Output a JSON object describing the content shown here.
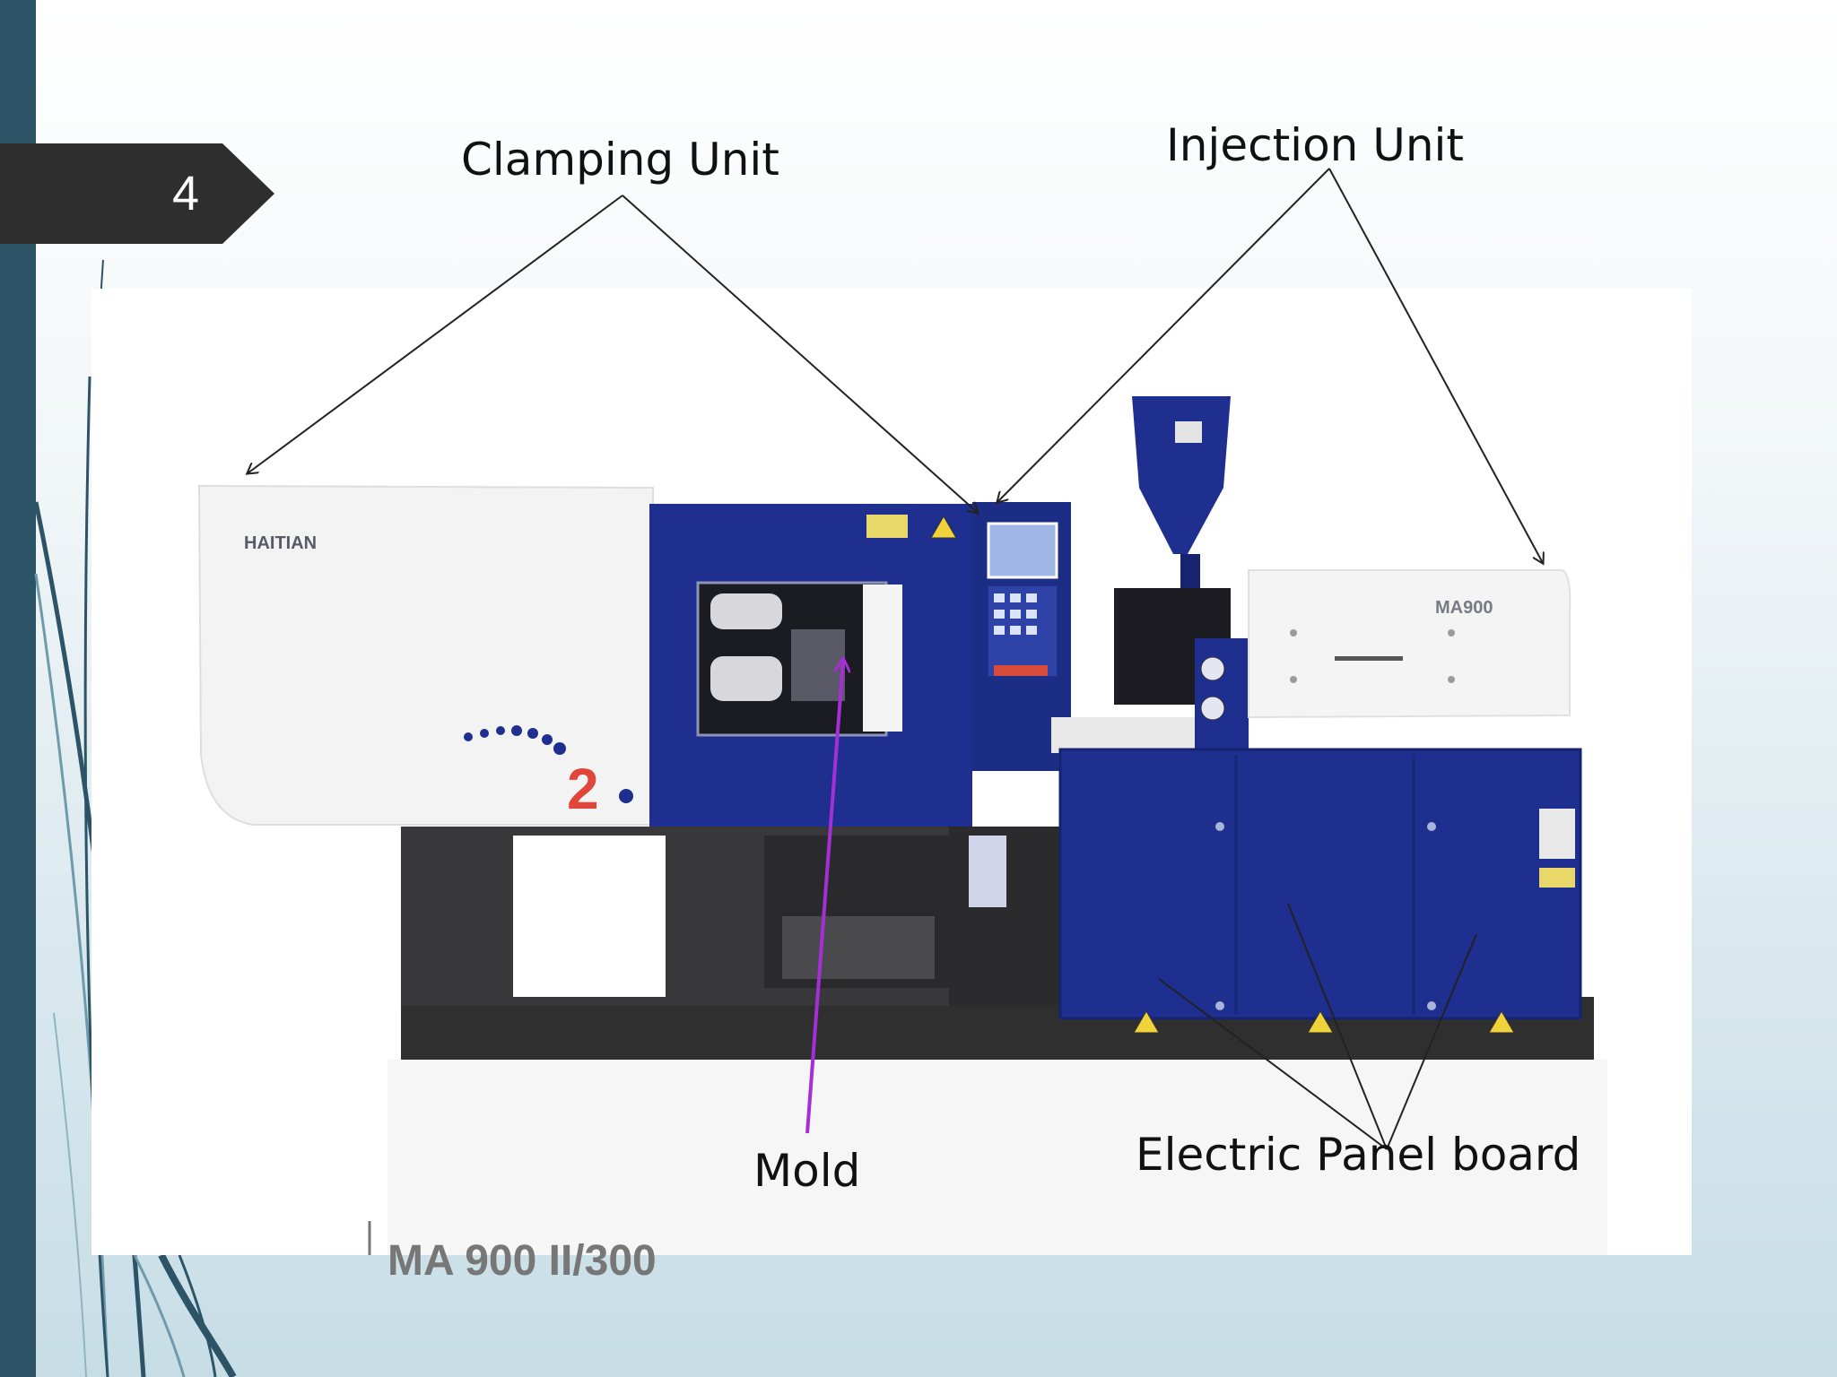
{
  "slide": {
    "page_number": "4"
  },
  "labels": {
    "clamping_unit": "Clamping Unit",
    "injection_unit": "Injection Unit",
    "mold": "Mold",
    "electric_panel": "Electric Panel board"
  },
  "photo_text": {
    "brand_logo": "HAITIAN",
    "model_badge": "MA900",
    "model_caption": "MA 900 II/300"
  },
  "colors": {
    "sidebar": "#2c5466",
    "page_tag": "#2f2e2e",
    "machine_blue": "#1e2f8f",
    "machine_white": "#f3f3f3",
    "frame_dark": "#2f2f30",
    "mold_arrow": "#a52fd6",
    "annotation_line": "#222222"
  }
}
